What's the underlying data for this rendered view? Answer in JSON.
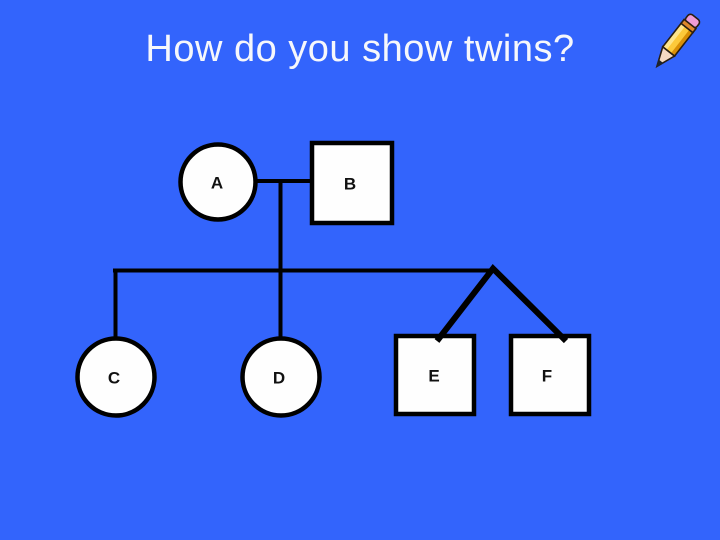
{
  "slide": {
    "title": "How do you show twins?"
  },
  "colors": {
    "background": "#3364fc",
    "title_text": "#f6f7fb",
    "diagram_line": "#000000",
    "shape_fill": "#fefefe",
    "shape_border": "#000000",
    "pencil_body": "#fdc93a",
    "pencil_body_highlight": "#ffe58a",
    "pencil_body_shadow": "#d98f06",
    "pencil_eraser": "#ef9cd6",
    "pencil_ferrule": "#dd862b",
    "pencil_wood": "#f5d9c2",
    "pencil_lead": "#1c2430"
  },
  "pedigree": {
    "members": [
      {
        "label": "A",
        "shape": "circle",
        "generation": 1
      },
      {
        "label": "B",
        "shape": "square",
        "generation": 1
      },
      {
        "label": "C",
        "shape": "circle",
        "generation": 2
      },
      {
        "label": "D",
        "shape": "circle",
        "generation": 2
      },
      {
        "label": "E",
        "shape": "square",
        "generation": 2,
        "twin": true
      },
      {
        "label": "F",
        "shape": "square",
        "generation": 2,
        "twin": true
      }
    ]
  }
}
